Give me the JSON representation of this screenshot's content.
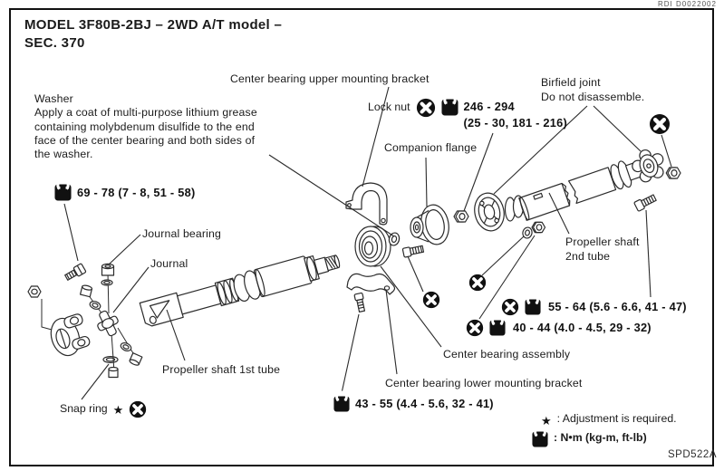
{
  "page": {
    "corner_ref": "RDI D0022002",
    "figure_code": "SPD522A"
  },
  "header": {
    "title_line1": "MODEL 3F80B-2BJ – 2WD A/T model –",
    "title_line2": "SEC. 370"
  },
  "notes": {
    "washer": "Washer\nApply a coat of multi-purpose lithium grease\ncontaining molybdenum disulfide to the end\nface of the center bearing and both sides of\nthe washer."
  },
  "labels": {
    "upper_bracket": "Center bearing upper mounting bracket",
    "lock_nut": "Lock nut",
    "companion_flange": "Companion flange",
    "birfield": "Birfield joint\nDo not disassemble.",
    "journal_bearing": "Journal bearing",
    "journal": "Journal",
    "shaft1": "Propeller shaft 1st tube",
    "shaft2": "Propeller shaft\n2nd tube",
    "center_bearing": "Center bearing assembly",
    "lower_bracket": "Center bearing lower mounting bracket",
    "snap_ring": "Snap ring"
  },
  "torques": {
    "washer_bolt": "69 - 78 (7 - 8, 51 - 58)",
    "lock_nut_value": "246 - 294",
    "lock_nut_sub": "(25 - 30, 181 - 216)",
    "shaft_bolt": "55 - 64 (5.6 - 6.6, 41 - 47)",
    "bearing_nut": "40 - 44 (4.0 - 4.5, 29 - 32)",
    "bracket_bolt": "43 - 55 (4.4 - 5.6, 32 - 41)"
  },
  "legend": {
    "star": "★",
    "adjustment": ": Adjustment is required.",
    "units": ": N•m (kg-m, ft-lb)"
  },
  "icons": {
    "non_reusable": "x-circle-icon",
    "torque": "torque-wrench-icon",
    "adjustment": "star"
  },
  "colors": {
    "ink": "#2b2b2b",
    "paper": "#ffffff"
  }
}
